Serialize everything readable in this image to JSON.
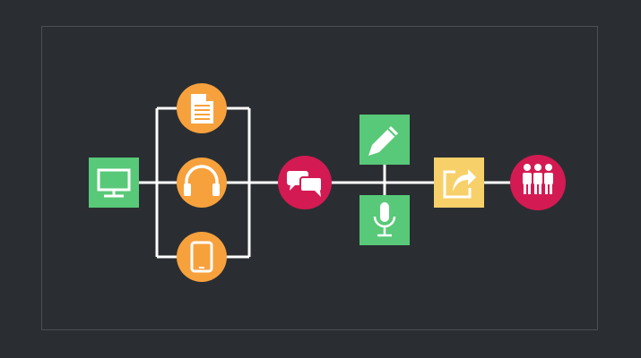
{
  "colors": {
    "background": "#2a2e32",
    "frame": "#4a4f55",
    "connector": "#ffffff",
    "green": "#58c978",
    "orange": "#f7a13d",
    "crimson": "#d41a52",
    "yellow": "#f7d06a",
    "icon": "#ffffff"
  },
  "nodes": [
    {
      "id": "monitor",
      "shape": "square",
      "color": "green",
      "icon": "monitor-icon"
    },
    {
      "id": "document",
      "shape": "circle",
      "color": "orange",
      "icon": "document-icon"
    },
    {
      "id": "headphones",
      "shape": "circle",
      "color": "orange",
      "icon": "headphones-icon"
    },
    {
      "id": "tablet",
      "shape": "circle",
      "color": "orange",
      "icon": "tablet-icon"
    },
    {
      "id": "chat",
      "shape": "circle",
      "color": "crimson",
      "icon": "chat-bubbles-icon"
    },
    {
      "id": "pencil",
      "shape": "square",
      "color": "green",
      "icon": "pencil-icon"
    },
    {
      "id": "microphone",
      "shape": "square",
      "color": "green",
      "icon": "microphone-icon"
    },
    {
      "id": "share",
      "shape": "square",
      "color": "yellow",
      "icon": "share-icon"
    },
    {
      "id": "people",
      "shape": "circle",
      "color": "crimson",
      "icon": "people-group-icon"
    }
  ],
  "connections": [
    [
      "monitor",
      "document"
    ],
    [
      "monitor",
      "headphones"
    ],
    [
      "monitor",
      "tablet"
    ],
    [
      "document",
      "chat"
    ],
    [
      "headphones",
      "chat"
    ],
    [
      "tablet",
      "chat"
    ],
    [
      "chat",
      "pencil"
    ],
    [
      "chat",
      "microphone"
    ],
    [
      "pencil",
      "share"
    ],
    [
      "microphone",
      "share"
    ],
    [
      "share",
      "people"
    ]
  ]
}
